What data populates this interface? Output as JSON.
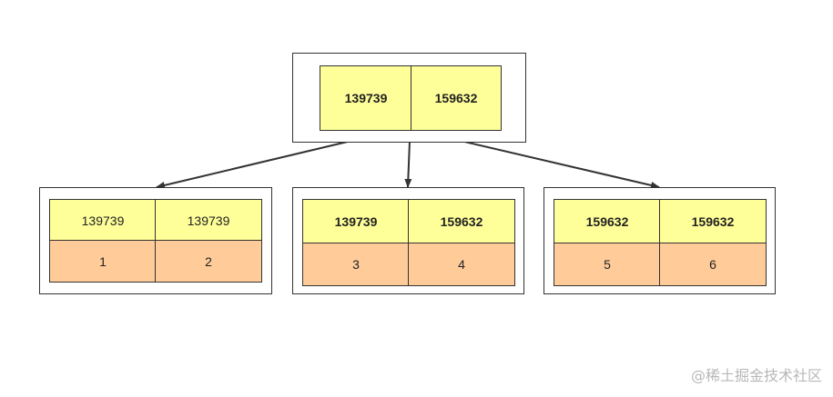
{
  "root": {
    "keys": [
      "139739",
      "159632"
    ]
  },
  "children": [
    {
      "keys": [
        "139739",
        "139739"
      ],
      "values": [
        "1",
        "2"
      ],
      "bold": false
    },
    {
      "keys": [
        "139739",
        "159632"
      ],
      "values": [
        "3",
        "4"
      ],
      "bold": true
    },
    {
      "keys": [
        "159632",
        "159632"
      ],
      "values": [
        "5",
        "6"
      ],
      "bold": true
    }
  ],
  "colors": {
    "key_fill": "#ffff99",
    "value_fill": "#ffcc99",
    "stroke": "#333333"
  },
  "watermark": "@稀土掘金技术社区"
}
